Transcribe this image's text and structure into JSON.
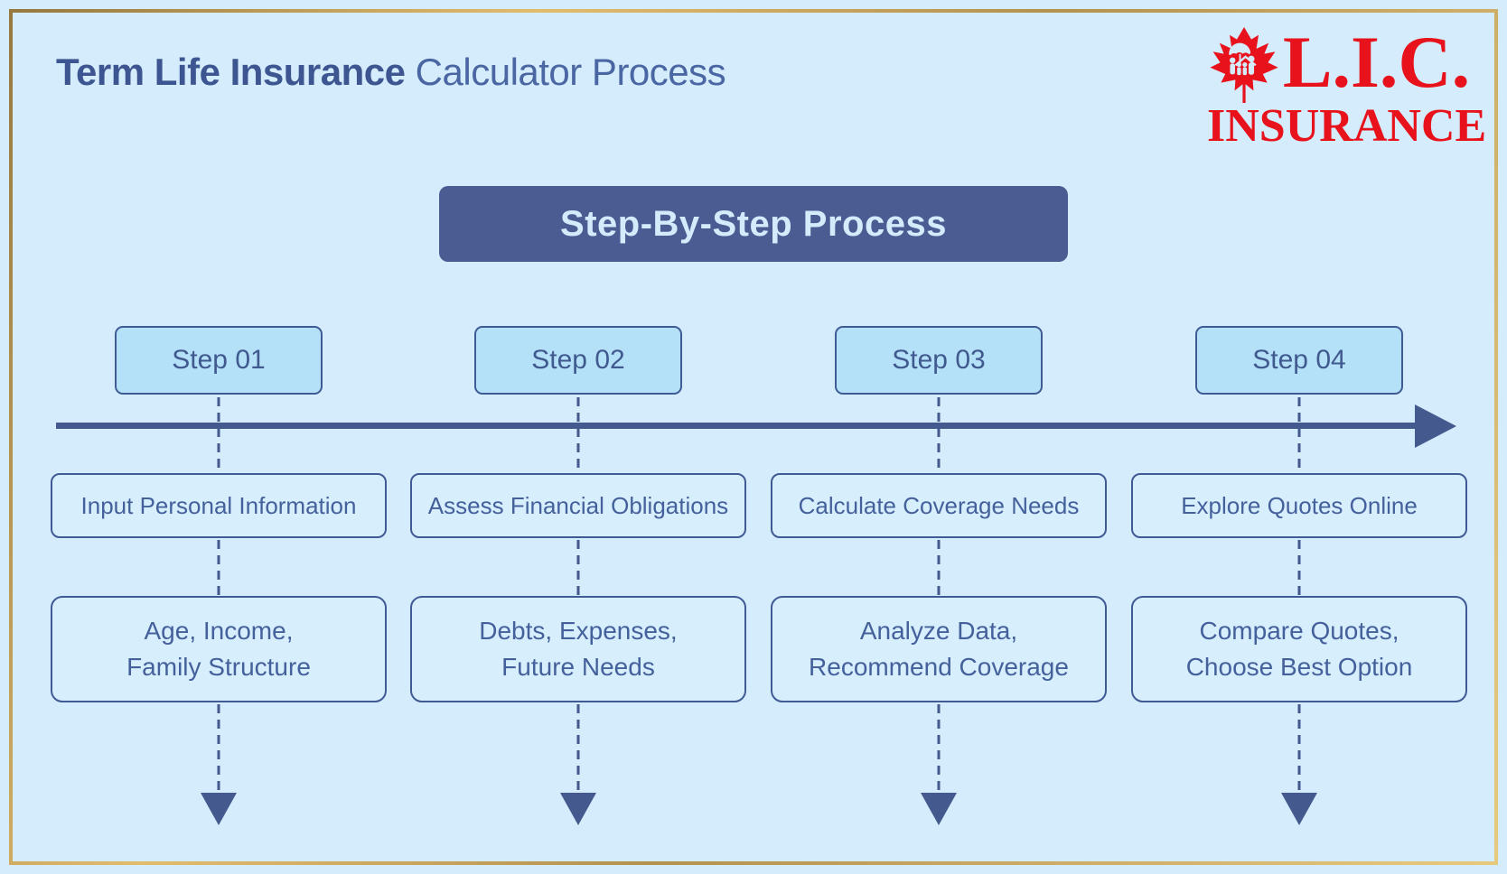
{
  "page": {
    "title_bold": "Term Life Insurance",
    "title_regular": " Calculator Process",
    "banner": "Step-By-Step Process"
  },
  "logo": {
    "acronym": "L.I.C.",
    "name": "INSURANCE",
    "icon": "maple-leaf-family-icon"
  },
  "colors": {
    "background": "#d4ecfb",
    "frame_gold": "#c9a45c",
    "banner_bg": "#4a5c92",
    "banner_text": "#d2ecfc",
    "step_fill": "#b5e1f8",
    "outline_blue": "#3f5a94",
    "line_blue": "#44598e",
    "text_blue": "#44619c",
    "title_bold_blue": "#3d5590",
    "logo_red": "#e8121d"
  },
  "steps": [
    {
      "step": "Step 01",
      "label": "Input Personal Information",
      "detail_line1": "Age, Income,",
      "detail_line2": "Family Structure"
    },
    {
      "step": "Step 02",
      "label": "Assess Financial Obligations",
      "detail_line1": "Debts, Expenses,",
      "detail_line2": "Future Needs"
    },
    {
      "step": "Step 03",
      "label": "Calculate Coverage Needs",
      "detail_line1": "Analyze Data,",
      "detail_line2": "Recommend Coverage"
    },
    {
      "step": "Step 04",
      "label": "Explore Quotes Online",
      "detail_line1": "Compare Quotes,",
      "detail_line2": "Choose Best Option"
    }
  ]
}
